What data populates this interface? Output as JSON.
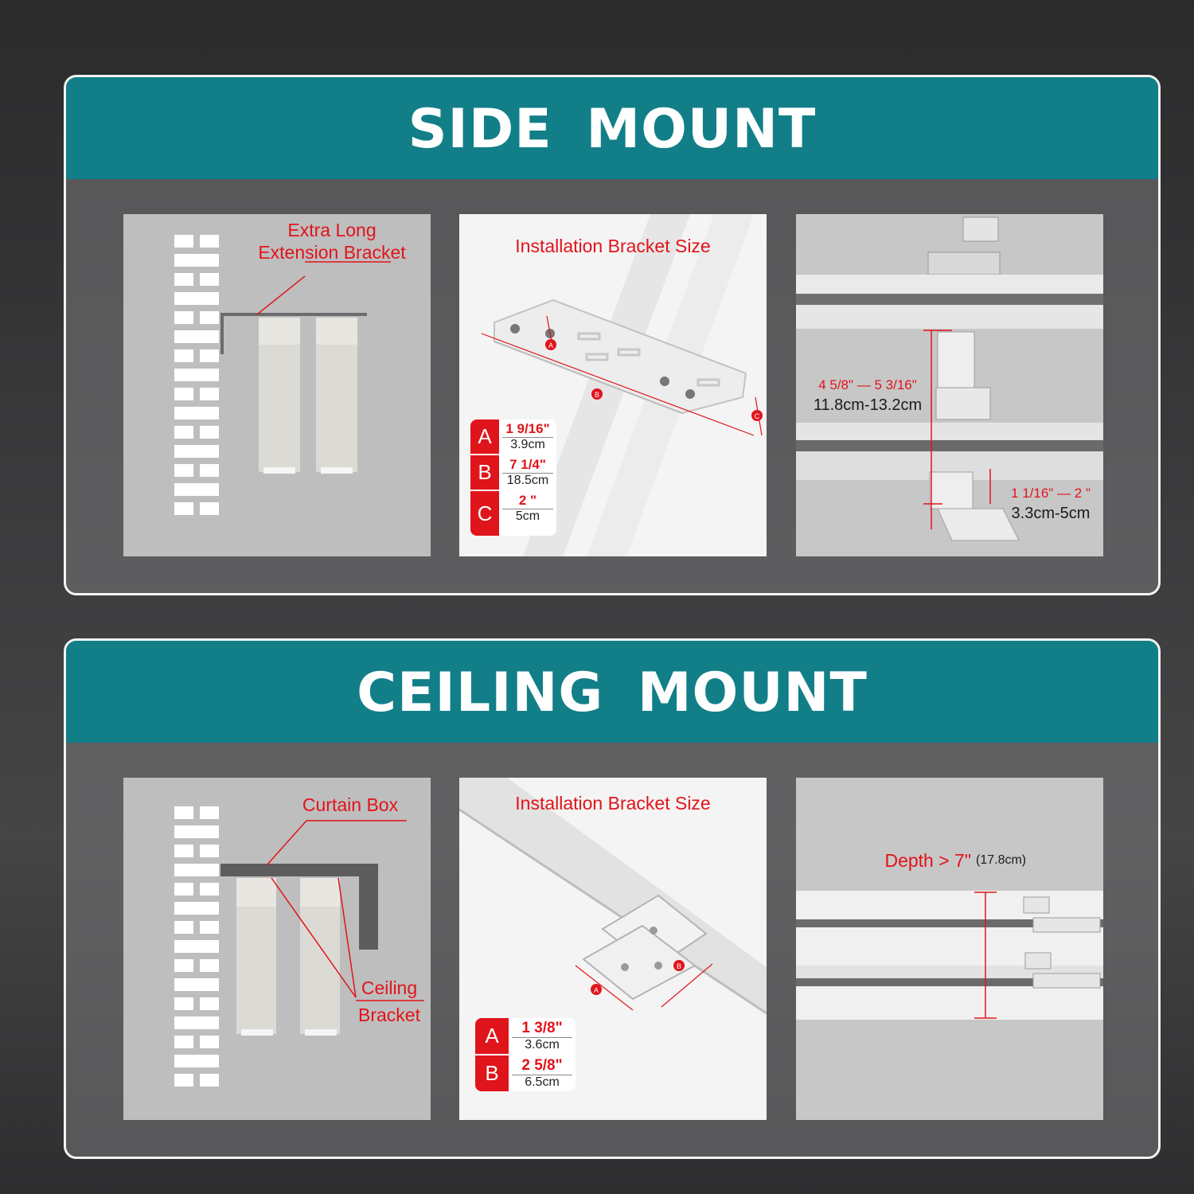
{
  "side_mount": {
    "title": "SIDE  MOUNT",
    "panel1": {
      "label_line1": "Extra Long",
      "label_line2": "Extension Bracket"
    },
    "panel2": {
      "title": "Installation Bracket Size",
      "markers": [
        "A",
        "B",
        "C"
      ],
      "legend": [
        {
          "key": "A",
          "inch": "1 9/16\"",
          "cm": "3.9cm"
        },
        {
          "key": "B",
          "inch": "7 1/4\"",
          "cm": "18.5cm"
        },
        {
          "key": "C",
          "inch": "2 \"",
          "cm": "5cm"
        }
      ]
    },
    "panel3": {
      "dim1_inch": "4 5/8\" — 5 3/16\"",
      "dim1_cm": "11.8cm-13.2cm",
      "dim2_inch": "1 1/16\" — 2 \"",
      "dim2_cm": "3.3cm-5cm"
    }
  },
  "ceiling_mount": {
    "title": "CEILING  MOUNT",
    "panel1": {
      "box_label": "Curtain  Box",
      "bracket_line1": "Ceiling",
      "bracket_line2": "Bracket"
    },
    "panel2": {
      "title": "Installation Bracket Size",
      "markers": [
        "A",
        "B"
      ],
      "legend": [
        {
          "key": "A",
          "inch": "1 3/8\"",
          "cm": "3.6cm"
        },
        {
          "key": "B",
          "inch": "2 5/8\"",
          "cm": "6.5cm"
        }
      ]
    },
    "panel3": {
      "depth_label": "Depth > 7\"",
      "depth_cm": "(17.8cm)"
    }
  },
  "colors": {
    "header": "#127f88",
    "accent_red": "#e1141a",
    "panel_gray": "#bebebe"
  }
}
